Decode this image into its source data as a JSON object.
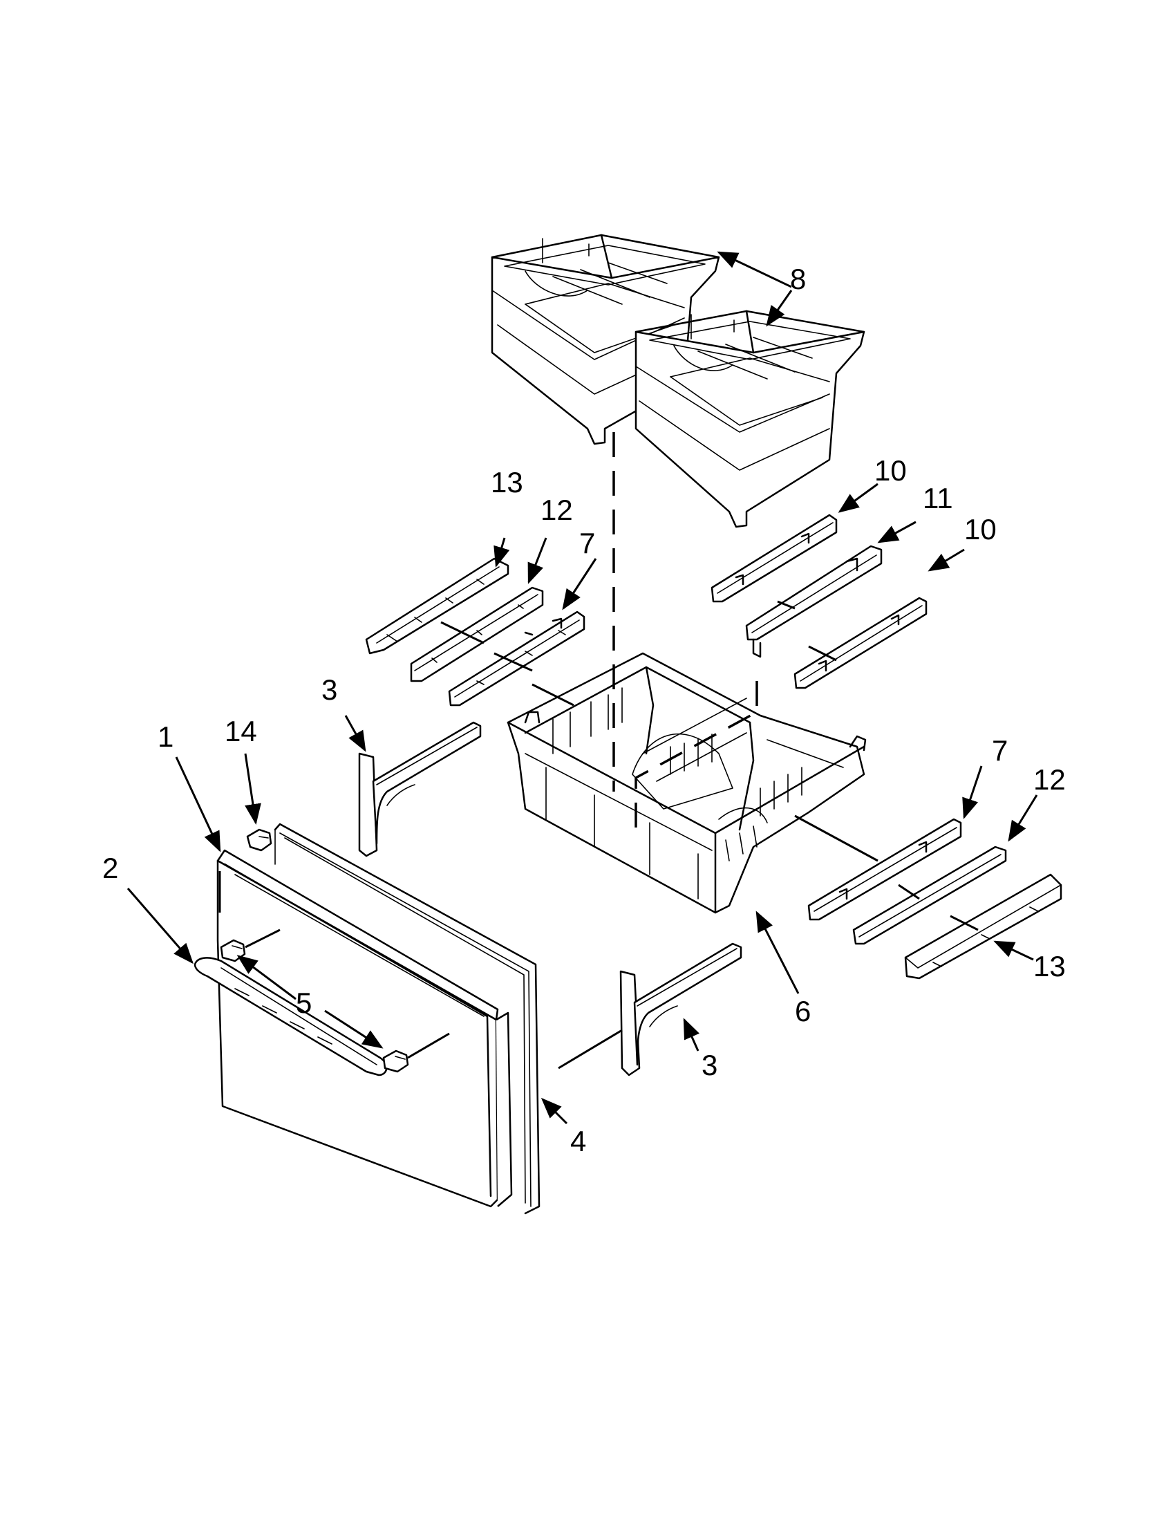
{
  "callouts": [
    {
      "id": "c1",
      "label": "1"
    },
    {
      "id": "c2",
      "label": "2"
    },
    {
      "id": "c3a",
      "label": "3"
    },
    {
      "id": "c3b",
      "label": "3"
    },
    {
      "id": "c4",
      "label": "4"
    },
    {
      "id": "c5",
      "label": "5"
    },
    {
      "id": "c6",
      "label": "6"
    },
    {
      "id": "c7a",
      "label": "7"
    },
    {
      "id": "c7b",
      "label": "7"
    },
    {
      "id": "c8",
      "label": "8"
    },
    {
      "id": "c10a",
      "label": "10"
    },
    {
      "id": "c10b",
      "label": "10"
    },
    {
      "id": "c11",
      "label": "11"
    },
    {
      "id": "c12a",
      "label": "12"
    },
    {
      "id": "c12b",
      "label": "12"
    },
    {
      "id": "c13a",
      "label": "13"
    },
    {
      "id": "c13b",
      "label": "13"
    },
    {
      "id": "c14",
      "label": "14"
    }
  ]
}
